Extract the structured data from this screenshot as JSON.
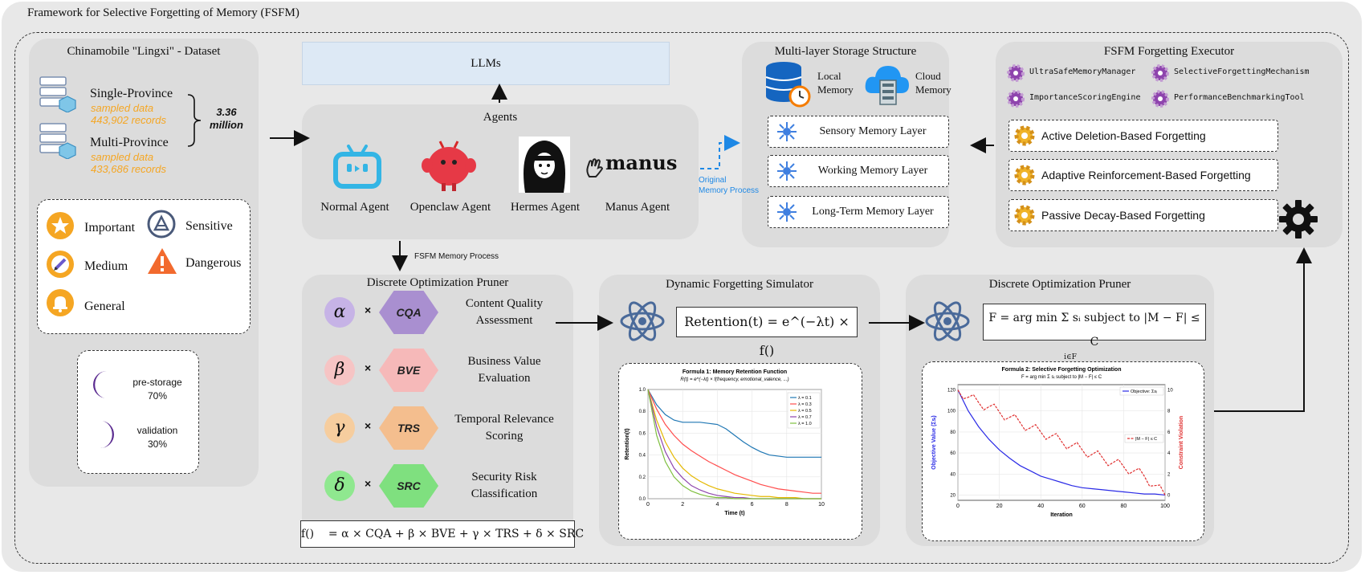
{
  "framework_title": "Framework for Selective Forgetting of Memory (FSFM)",
  "dataset": {
    "title": "Chinamobile \"Lingxi\" - Dataset",
    "single_label": "Single-Province",
    "single_sub": "sampled data",
    "single_records": "443,902 records",
    "multi_label": "Multi-Province",
    "multi_sub": "sampled data",
    "multi_records": "433,686 records",
    "total": "3.36",
    "total_unit": "million",
    "categories": [
      "Important",
      "Sensitive",
      "Medium",
      "Dangerous",
      "General"
    ],
    "split": [
      {
        "label": "pre-storage",
        "value": "70%"
      },
      {
        "label": "validation",
        "value": "30%"
      }
    ]
  },
  "llms": {
    "label": "LLMs"
  },
  "agents": {
    "title": "Agents",
    "items": [
      "Normal Agent",
      "Openclaw Agent",
      "Hermes Agent",
      "Manus Agent"
    ],
    "manus_logo": "manus"
  },
  "arrows": {
    "original": "Original\nMemory Process",
    "fsfm": "FSFM Memory Process"
  },
  "storage": {
    "title": "Multi-layer Storage Structure",
    "local": "Local\nMemory",
    "cloud": "Cloud\nMemory",
    "layers": [
      "Sensory Memory Layer",
      "Working Memory Layer",
      "Long-Term Memory Layer"
    ]
  },
  "executor": {
    "title": "FSFM Forgetting Executor",
    "modules": [
      "UltraSafeMemoryManager",
      "SelectiveForgettingMechanism",
      "ImportanceScoringEngine",
      "PerformanceBenchmarkingTool"
    ],
    "methods": [
      "Active Deletion-Based Forgetting",
      "Adaptive Reinforcement-Based Forgetting",
      "Passive Decay-Based Forgetting"
    ]
  },
  "pruner1": {
    "title": "Discrete Optimization Pruner",
    "criteria": [
      {
        "greek": "α",
        "code": "CQA",
        "label": "Content Quality\nAssessment",
        "color": "#a98fd0",
        "circle": "#c6b3e6"
      },
      {
        "greek": "β",
        "code": "BVE",
        "label": "Business Value\nEvaluation",
        "color": "#f6b9b9",
        "circle": "#f6c4c4"
      },
      {
        "greek": "γ",
        "code": "TRS",
        "label": "Temporal Relevance\nScoring",
        "color": "#f4be8e",
        "circle": "#f6cd9e"
      },
      {
        "greek": "δ",
        "code": "SRC",
        "label": "Security Risk\nClassification",
        "color": "#7fe07f",
        "circle": "#8fe88f"
      }
    ],
    "times": "×",
    "formula": "f()    = α × CQA + β × BVE + γ × TRS + δ × SRC"
  },
  "simulator": {
    "title": "Dynamic Forgetting Simulator",
    "formula": "Retention(t) = e^(−λt) × f()"
  },
  "pruner2": {
    "title": "Discrete Optimization Pruner",
    "formula": "F = arg min Σ sᵢ   subject to   |M − F| ≤ C",
    "formula_sub": "i∈F"
  },
  "chart_data": [
    {
      "type": "line",
      "title": "Formula 1: Memory Retention Function",
      "subtitle": "R(t) = e^(−λt) × f(frequency, emotional_valence, ...)",
      "xlabel": "Time (t)",
      "ylabel": "Retention(t)",
      "xlim": [
        0,
        10
      ],
      "ylim": [
        0,
        1.0
      ],
      "x_ticks": [
        0,
        2,
        4,
        6,
        8,
        10
      ],
      "y_ticks": [
        0.0,
        0.2,
        0.4,
        0.6,
        0.8,
        1.0
      ],
      "legend": "top-right",
      "x": [
        0,
        0.5,
        1,
        1.5,
        2,
        2.5,
        3,
        3.5,
        4,
        4.5,
        5,
        5.5,
        6,
        6.5,
        7,
        7.5,
        8,
        8.5,
        9,
        9.5,
        10
      ],
      "series": [
        {
          "name": "λ = 0.1",
          "color": "#1f77b4",
          "values": [
            1.0,
            0.86,
            0.77,
            0.72,
            0.7,
            0.7,
            0.7,
            0.69,
            0.68,
            0.64,
            0.58,
            0.52,
            0.47,
            0.43,
            0.4,
            0.39,
            0.38,
            0.38,
            0.38,
            0.38,
            0.38
          ]
        },
        {
          "name": "λ = 0.3",
          "color": "#ff4d4d",
          "values": [
            1.0,
            0.82,
            0.68,
            0.58,
            0.5,
            0.44,
            0.39,
            0.34,
            0.3,
            0.26,
            0.22,
            0.19,
            0.16,
            0.13,
            0.11,
            0.09,
            0.08,
            0.07,
            0.06,
            0.05,
            0.05
          ]
        },
        {
          "name": "λ = 0.5",
          "color": "#e5b800",
          "values": [
            1.0,
            0.72,
            0.52,
            0.38,
            0.28,
            0.21,
            0.16,
            0.12,
            0.09,
            0.07,
            0.05,
            0.04,
            0.03,
            0.02,
            0.02,
            0.01,
            0.01,
            0.01,
            0.0,
            0.0,
            0.0
          ]
        },
        {
          "name": "λ = 0.7",
          "color": "#8e44ad",
          "values": [
            1.0,
            0.66,
            0.43,
            0.28,
            0.19,
            0.12,
            0.08,
            0.05,
            0.03,
            0.02,
            0.01,
            0.01,
            0.0,
            0.0,
            0.0,
            0.0,
            0.0,
            0.0,
            0.0,
            0.0,
            0.0
          ]
        },
        {
          "name": "λ = 1.0",
          "color": "#7fbf3f",
          "values": [
            1.0,
            0.58,
            0.34,
            0.2,
            0.12,
            0.07,
            0.04,
            0.02,
            0.01,
            0.01,
            0.0,
            0.0,
            0.0,
            0.0,
            0.0,
            0.0,
            0.0,
            0.0,
            0.0,
            0.0,
            0.0
          ]
        }
      ]
    },
    {
      "type": "line",
      "title": "Formula 2: Selective Forgetting Optimization",
      "subtitle": "F = arg min Σ sᵢ subject to |M − F| ≤ C",
      "xlabel": "Iteration",
      "ylabel": "Objective Value (Σsᵢ)",
      "ylabel_right": "Constraint Violation",
      "xlim": [
        0,
        100
      ],
      "ylim": [
        15,
        125
      ],
      "ylim_right": [
        -0.5,
        10.5
      ],
      "x_ticks": [
        0,
        20,
        40,
        60,
        80,
        100
      ],
      "y_ticks": [
        20,
        40,
        60,
        80,
        100,
        120
      ],
      "y_ticks_right": [
        0,
        2,
        4,
        6,
        8,
        10
      ],
      "x": [
        0,
        5,
        10,
        15,
        20,
        25,
        30,
        35,
        40,
        45,
        50,
        55,
        60,
        65,
        70,
        75,
        80,
        85,
        90,
        95,
        100
      ],
      "series": [
        {
          "name": "Objective: Σsᵢ",
          "color": "#2a2ae6",
          "axis": "left",
          "values": [
            120,
            100,
            85,
            73,
            63,
            55,
            48,
            43,
            38,
            35,
            32,
            29,
            27,
            26,
            25,
            24,
            23,
            22,
            21,
            21,
            20
          ]
        },
        {
          "name": "|M − F| ≤ C",
          "color": "#e03030",
          "axis": "right",
          "dashed": true,
          "values": [
            10,
            9.3,
            8.8,
            8.4,
            7.9,
            7.4,
            6.9,
            6.4,
            6.0,
            5.6,
            5.1,
            4.7,
            4.3,
            3.9,
            3.5,
            3.1,
            2.7,
            2.3,
            1.8,
            0.9,
            0.0
          ]
        }
      ]
    }
  ]
}
